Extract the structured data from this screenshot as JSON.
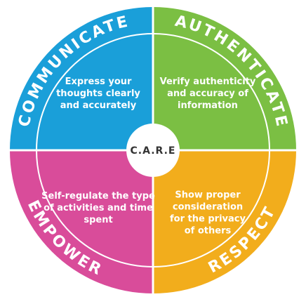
{
  "center": {
    "label": "C.A.R.E"
  },
  "quadrants": [
    {
      "key": "communicate",
      "title": "COMMUNICATE",
      "color": "#1a9fd9",
      "lines": [
        "Express your",
        "thoughts clearly",
        "and accurately"
      ]
    },
    {
      "key": "authenticate",
      "title": "AUTHENTICATE",
      "color": "#7bbf43",
      "lines": [
        "Verify authenticity",
        "and accuracy of",
        "information"
      ]
    },
    {
      "key": "respect",
      "title": "RESPECT",
      "color": "#f2ad1c",
      "lines": [
        "Show proper",
        "consideration",
        "for the privacy",
        "of others"
      ]
    },
    {
      "key": "empower",
      "title": "EMPOWER",
      "color": "#d94c9a",
      "lines": [
        "Self-regulate the type",
        "of activities and time",
        "spent"
      ]
    }
  ]
}
